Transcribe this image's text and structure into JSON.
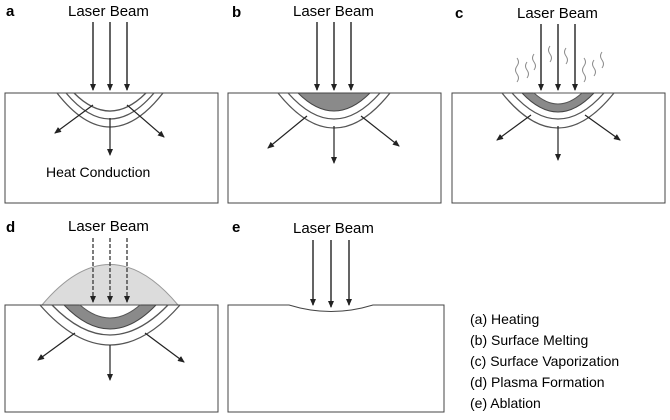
{
  "panels": [
    {
      "letter": "a",
      "beam_label": "Laser Beam",
      "annotation": "Heat Conduction"
    },
    {
      "letter": "b",
      "beam_label": "Laser Beam"
    },
    {
      "letter": "c",
      "beam_label": "Laser Beam"
    },
    {
      "letter": "d",
      "beam_label": "Laser Beam"
    },
    {
      "letter": "e",
      "beam_label": "Laser Beam"
    }
  ],
  "legend": [
    "(a)  Heating",
    "(b)  Surface Melting",
    "(c)  Surface Vaporization",
    "(d)  Plasma Formation",
    "(e)  Ablation"
  ],
  "colors": {
    "molten": "#8a8a8a",
    "plasma": "#dcdcdc",
    "stroke": "#333333"
  }
}
